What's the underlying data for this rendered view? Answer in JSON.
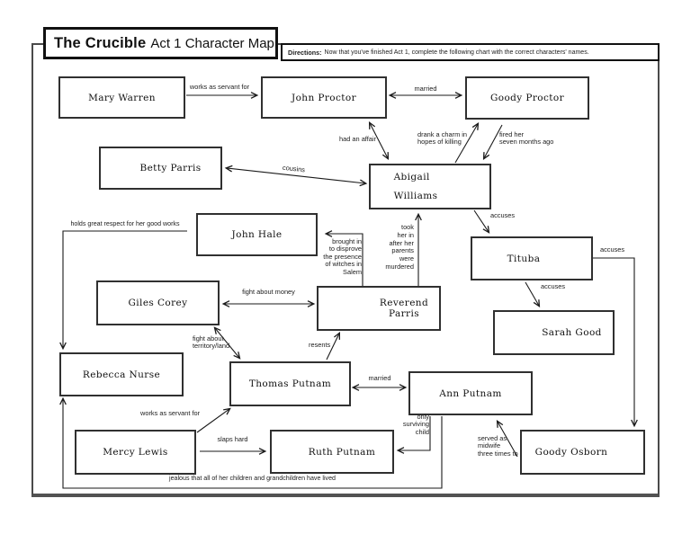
{
  "page": {
    "title_bold": "The Crucible",
    "title_rest": "Act 1 Character Map",
    "directions_label": "Directions:",
    "directions_text": "Now that you've finished Act 1, complete the following chart with the correct characters' names."
  },
  "characters": {
    "mary_warren": "Mary Warren",
    "john_proctor": "John Proctor",
    "goody_proctor": "Goody Proctor",
    "betty_parris": "Betty Parris",
    "abigail_williams": "Abigail\nWilliams",
    "john_hale": "John Hale",
    "tituba": "Tituba",
    "giles_corey": "Giles Corey",
    "reverend_parris": "Reverend Parris",
    "sarah_good": "Sarah Good",
    "rebecca_nurse": "Rebecca Nurse",
    "thomas_putnam": "Thomas Putnam",
    "ann_putnam": "Ann Putnam",
    "mercy_lewis": "Mercy Lewis",
    "ruth_putnam": "Ruth Putnam",
    "goody_osborn": "Goody Osborn"
  },
  "relationships": {
    "works_servant_mary": "works as servant for",
    "married_proctor": "married",
    "had_affair": "had an affair",
    "drank_charm": "drank a charm in\nhopes of killing",
    "fired_her": "fired her\nseven months ago",
    "cousins": "cousins",
    "accuses_abigail_tituba": "accuses",
    "took_her_in": "took\nher in\nafter her\nparents\nwere\nmurdered",
    "brought_in": "brought in\nto disprove\nthe presence\nof witches in\nSalem",
    "holds_respect": "holds great respect for her good works",
    "fight_money": "fight about money",
    "accuses_tituba_sarah": "accuses",
    "accuses_tituba_osborn": "accuses",
    "fight_territory": "fight about\nterritory/land",
    "resents": "resents",
    "married_putnam": "married",
    "works_servant_mercy": "works as servant for",
    "slaps_hard": "slaps hard",
    "only_surviving": "only\nsurviving\nchild",
    "served_midwife": "served as\nmidwife\nthree times to",
    "jealous": "jealous that all of her children and grandchildren have lived"
  },
  "colors": {
    "ink": "#1a1a1a",
    "frame_gray": "#4a4a4a",
    "paper": "#ffffff"
  }
}
